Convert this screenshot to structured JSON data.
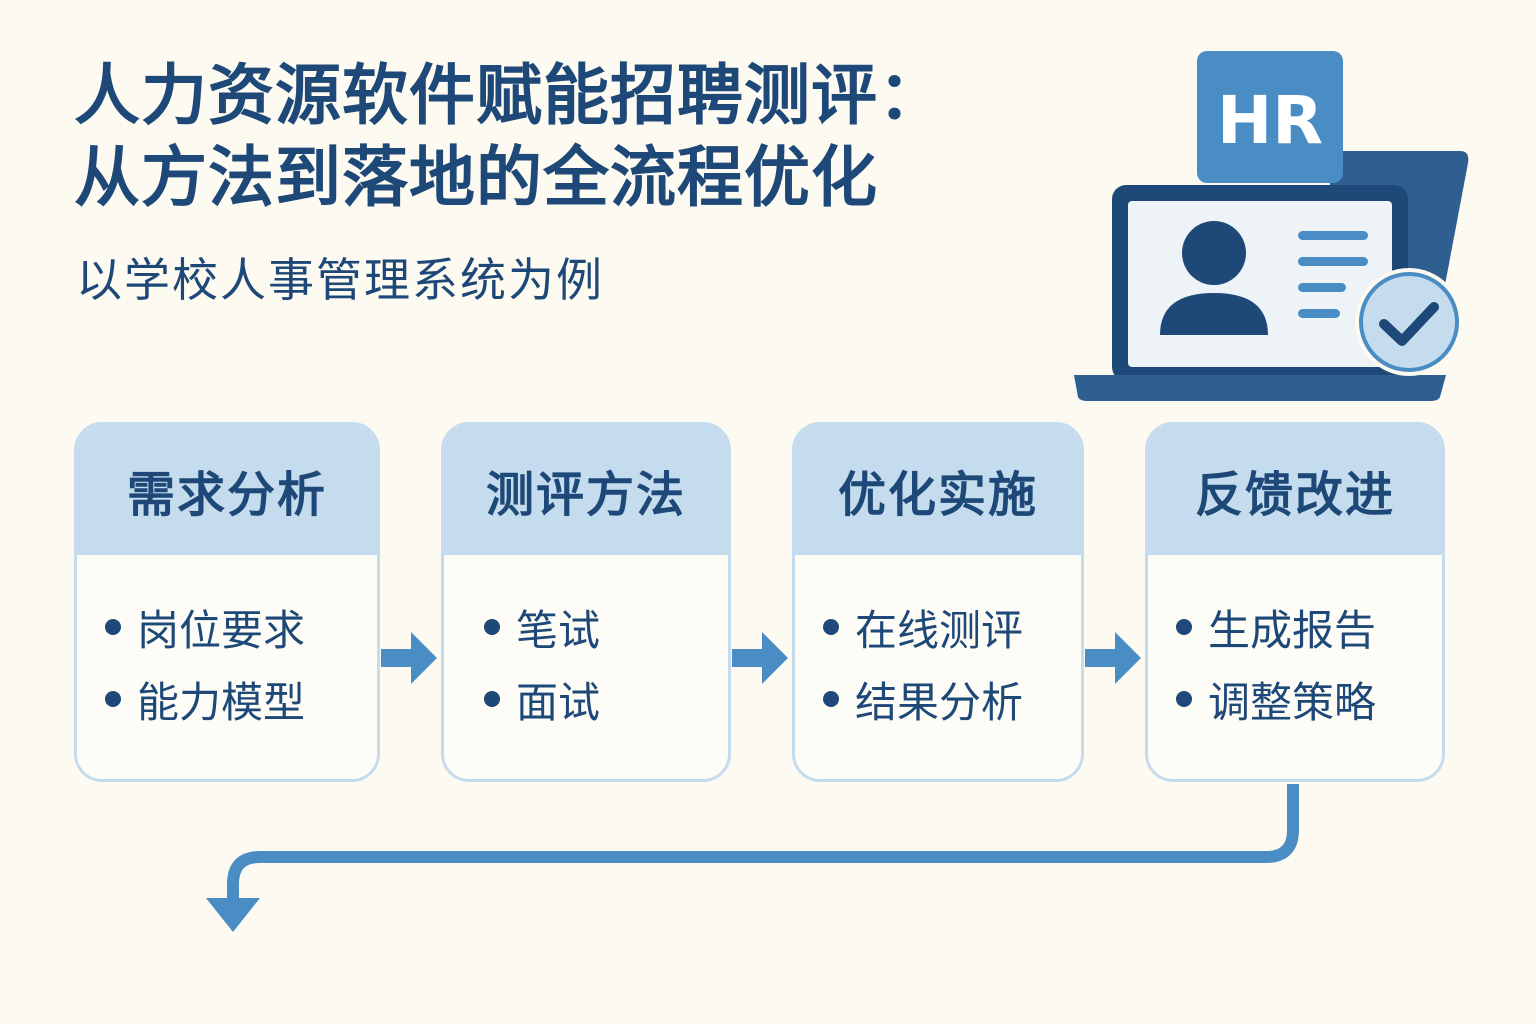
{
  "title_line1": "人力资源软件赋能招聘测评：",
  "title_line2": "从方法到落地的全流程优化",
  "subtitle": "以学校人事管理系统为例",
  "hr_badge": "HR",
  "steps": [
    {
      "title": "需求分析",
      "items": [
        "岗位要求",
        "能力模型"
      ]
    },
    {
      "title": "测评方法",
      "items": [
        "笔试",
        "面试"
      ]
    },
    {
      "title": "优化实施",
      "items": [
        "在线测评",
        "结果分析"
      ]
    },
    {
      "title": "反馈改进",
      "items": [
        "生成报告",
        "调整策略"
      ]
    }
  ],
  "colors": {
    "background": "#fcfaf1",
    "navy": "#1d4877",
    "accent_blue": "#4a8cc4",
    "light_blue": "#c5dcee"
  },
  "icons": {
    "hr_illustration": "laptop-with-profile-and-check-icon",
    "flow_arrow": "right-arrow-icon",
    "loop_arrow": "loop-back-arrow-icon"
  }
}
